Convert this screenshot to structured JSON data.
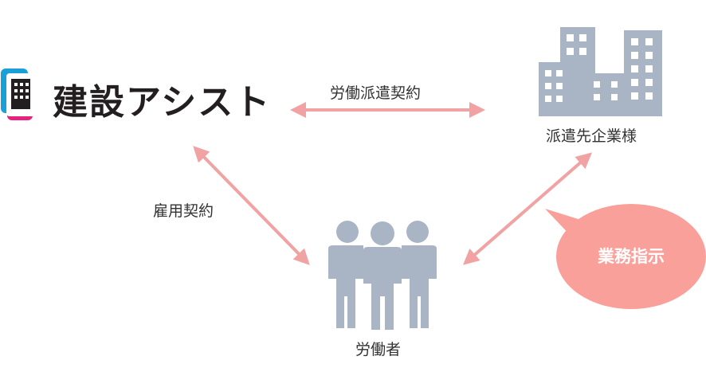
{
  "logo": {
    "text": "建設アシスト"
  },
  "nodes": {
    "company": "派遣先企業様",
    "workers": "労働者"
  },
  "relations": {
    "dispatch_contract": "労働派遣契約",
    "employment_contract": "雇用契約"
  },
  "callout": {
    "text": "業務指示"
  },
  "colors": {
    "arrow": "#f1a2a2",
    "icon": "#a9b4c4",
    "bubble": "#f9a09a",
    "logo_pink": "#e8217f",
    "logo_blue": "#1a9fd9",
    "logo_dark": "#231f20"
  }
}
